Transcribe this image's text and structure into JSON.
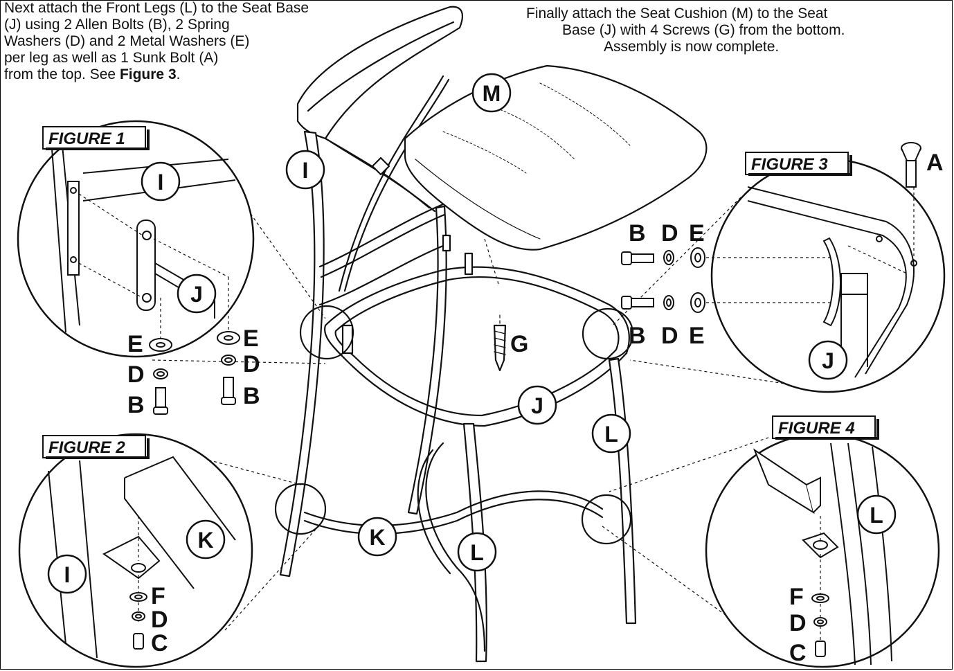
{
  "instructions": {
    "left_lines": [
      "Next attach the Front Legs (L) to the Seat Base",
      "(J) using 2 Allen Bolts (B), 2 Spring",
      "Washers (D) and 2 Metal Washers (E)",
      "per leg as well as 1 Sunk Bolt (A)"
    ],
    "left_last_prefix": "from the top. See ",
    "left_last_bold": "Figure 3",
    "left_last_suffix": ".",
    "right_lines": [
      "Finally attach the Seat Cushion (M) to the Seat",
      "Base (J) with 4 Screws (G) from the bottom.",
      "Assembly is now complete."
    ]
  },
  "figures": {
    "fig1": "FIGURE 1",
    "fig2": "FIGURE 2",
    "fig3": "FIGURE 3",
    "fig4": "FIGURE 4"
  },
  "callouts": {
    "main_I": "I",
    "main_M": "M",
    "main_J": "J",
    "main_K": "K",
    "main_L1": "L",
    "main_L2": "L",
    "fig1_I": "I",
    "fig1_J": "J",
    "fig2_I": "I",
    "fig2_K": "K",
    "fig3_J": "J",
    "fig4_L": "L"
  },
  "parts": {
    "G": "G",
    "A": "A",
    "fig1_E1": "E",
    "fig1_D1": "D",
    "fig1_B1": "B",
    "fig1_E2": "E",
    "fig1_D2": "D",
    "fig1_B2": "B",
    "fig3_B1": "B",
    "fig3_D1": "D",
    "fig3_E1": "E",
    "fig3_B2": "B",
    "fig3_D2": "D",
    "fig3_E2": "E",
    "fig2_F": "F",
    "fig2_D": "D",
    "fig2_C": "C",
    "fig4_F": "F",
    "fig4_D": "D",
    "fig4_C": "C"
  }
}
